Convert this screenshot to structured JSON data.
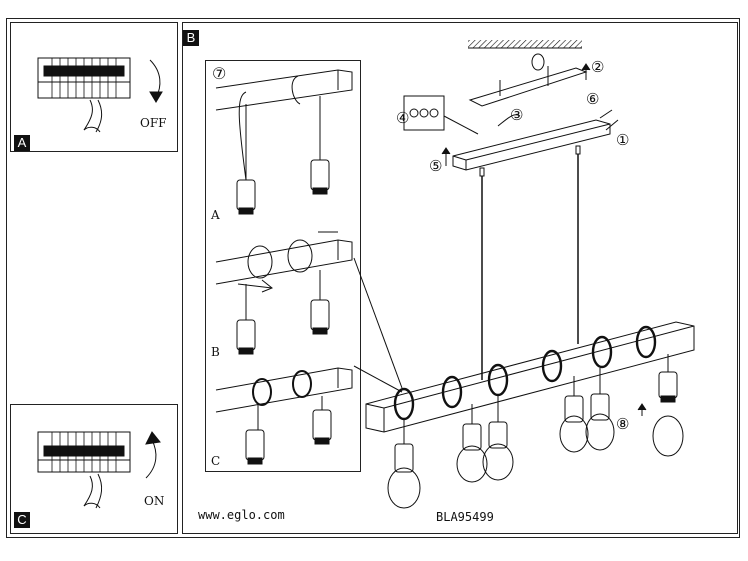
{
  "panels": {
    "a": {
      "tag": "A",
      "switch_label": "OFF"
    },
    "b": {
      "tag": "B"
    },
    "c": {
      "tag": "C",
      "switch_label": "ON"
    }
  },
  "detail": {
    "step_number": "⑦",
    "options": [
      "A",
      "B",
      "C"
    ]
  },
  "callouts": [
    "①",
    "②",
    "③",
    "④",
    "⑤",
    "⑥",
    "⑧"
  ],
  "footer": {
    "website": "www.eglo.com",
    "model": "BLA95499"
  }
}
